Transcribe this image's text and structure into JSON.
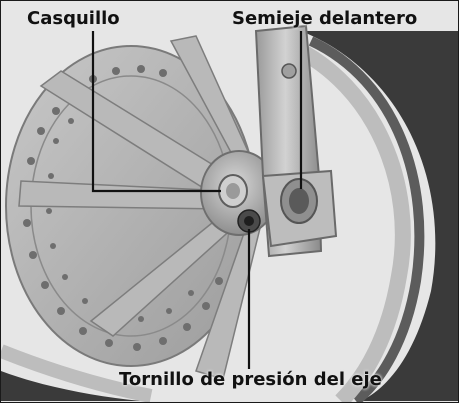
{
  "callouts": {
    "bushing": "Casquillo",
    "axle_holder": "Semieje delantero",
    "pinch_bolt": "Tornillo de presión del eje"
  },
  "colors": {
    "background": "#e6e6e6",
    "tire": "#2f2f2f",
    "metal": "#a9a9a9",
    "leader_line": "#111111"
  }
}
